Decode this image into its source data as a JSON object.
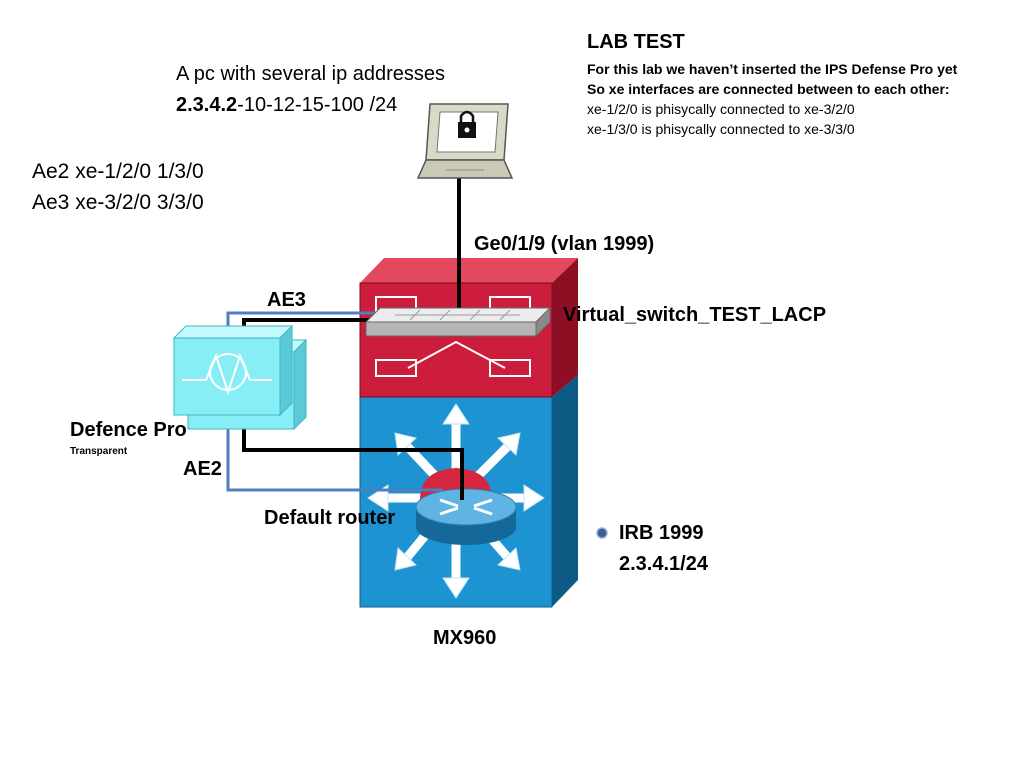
{
  "note": {
    "title": "LAB TEST",
    "line1": "For this lab we haven’t inserted the IPS Defense Pro yet",
    "line2": "So xe interfaces are connected between to each other:",
    "line3": "xe-1/2/0 is phisycally connected to xe-3/2/0",
    "line4": "xe-1/3/0 is phisycally connected to xe-3/3/0"
  },
  "pc": {
    "label": "A pc with several ip addresses",
    "ip_bold": "2.3.4.2",
    "ip_rest": "-10-12-15-100 /24",
    "icon": "laptop-lock-icon"
  },
  "ae_info": {
    "line1": "Ae2 xe-1/2/0 1/3/0",
    "line2": "Ae3 xe-3/2/0 3/3/0"
  },
  "labels": {
    "ge_port": "Ge0/1/9 (vlan 1999)",
    "ae3": "AE3",
    "ae2": "AE2",
    "virtual_switch": "Virtual_switch_TEST_LACP",
    "defence_pro": "Defence Pro",
    "defence_mode": "Transparent",
    "default_router": "Default router",
    "irb": "IRB 1999",
    "irb_ip": "2.3.4.1/24",
    "chassis": "MX960"
  },
  "colors": {
    "switch_red": "#cc1e3c",
    "switch_red_top": "#e2495e",
    "switch_red_side": "#8e0f24",
    "router_blue": "#1e93d1",
    "router_blue_side": "#0d5a84",
    "link_blue": "#4f7fbd",
    "link_black": "#000000",
    "ips_cyan": "#88eef5"
  }
}
